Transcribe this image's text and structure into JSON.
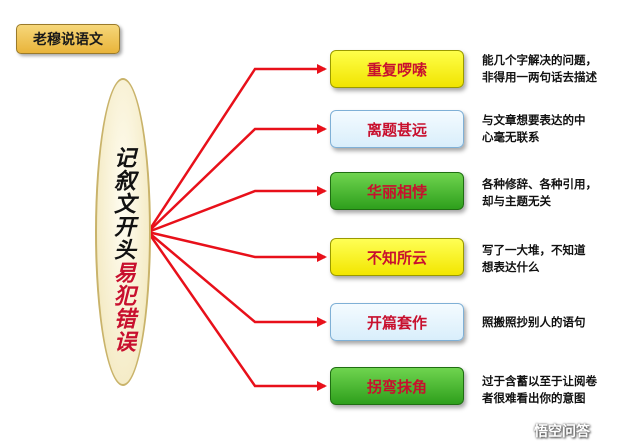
{
  "badge": "老穆说语文",
  "center": {
    "title_black": "记叙文开头",
    "title_red": "易犯错误"
  },
  "items": [
    {
      "label": "重复啰嗦",
      "desc_line1": "能几个字解决的问题，",
      "desc_line2": "非得用一两句话去描述"
    },
    {
      "label": "离题甚远",
      "desc_line1": "与文章想要表达的中",
      "desc_line2": "心毫无联系"
    },
    {
      "label": "华丽相悖",
      "desc_line1": "各种修辞、各种引用，",
      "desc_line2": "却与主题无关"
    },
    {
      "label": "不知所云",
      "desc_line1": "写了一大堆，不知道",
      "desc_line2": "想表达什么"
    },
    {
      "label": "开篇套作",
      "desc_line1": "照搬照抄别人的语句",
      "desc_line2": ""
    },
    {
      "label": "拐弯抹角",
      "desc_line1": "过于含蓄以至于让阅卷",
      "desc_line2": "者很难看出你的意图"
    }
  ],
  "watermark": "悟空问答",
  "colors": {
    "arrow": "#e8101a",
    "label_text": "#c8102e"
  }
}
